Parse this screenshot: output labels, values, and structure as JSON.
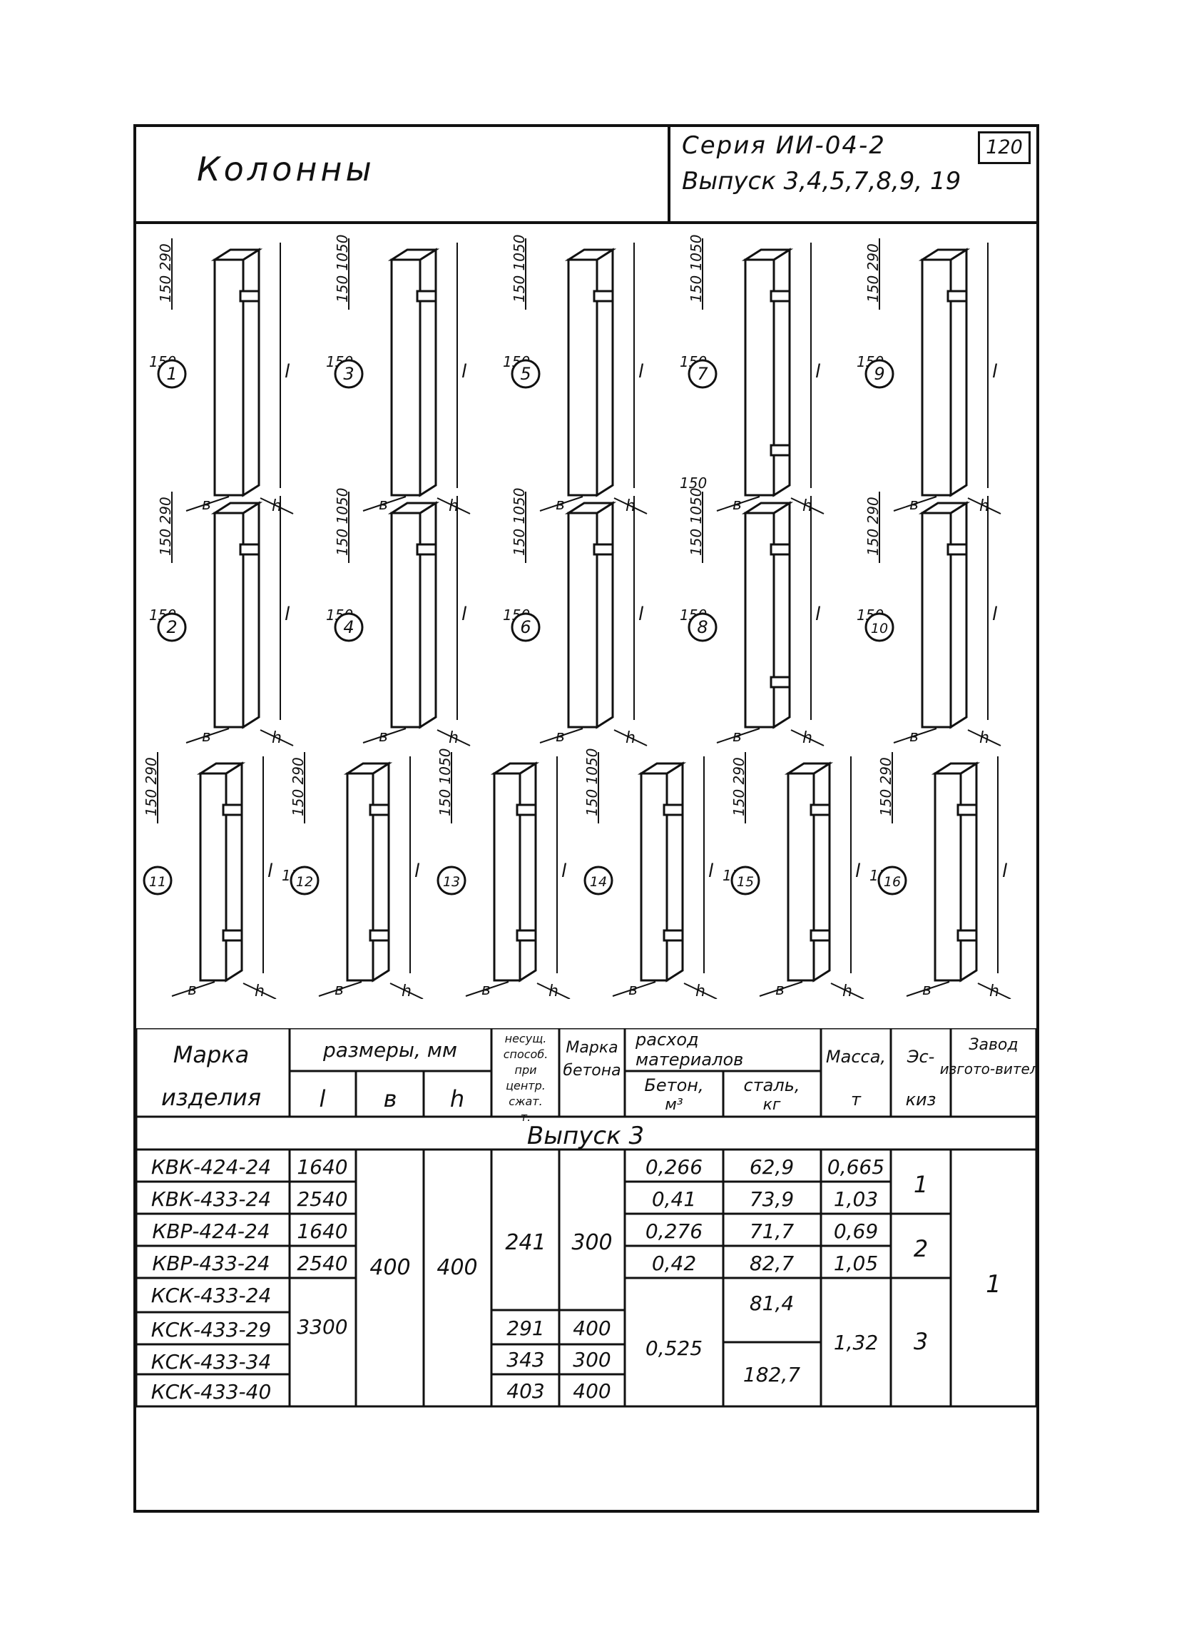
{
  "header": {
    "title": "Колонны",
    "series": "Серия ИИ-04-2",
    "issues": "Выпуск 3,4,5,7,8,9, 19",
    "sheet_number": "120"
  },
  "sketches": [
    {
      "num": "1",
      "dims": [
        "150",
        "290",
        "150"
      ]
    },
    {
      "num": "3",
      "dims": [
        "150",
        "1050",
        "150"
      ]
    },
    {
      "num": "5",
      "dims": [
        "150",
        "1050",
        "150"
      ]
    },
    {
      "num": "7",
      "dims": [
        "150",
        "1050",
        "150",
        "150"
      ]
    },
    {
      "num": "9",
      "dims": [
        "150",
        "290",
        "150"
      ]
    },
    {
      "num": "2",
      "dims": [
        "150",
        "290",
        "150"
      ]
    },
    {
      "num": "4",
      "dims": [
        "150",
        "1050",
        "150"
      ]
    },
    {
      "num": "6",
      "dims": [
        "150",
        "1050",
        "150"
      ]
    },
    {
      "num": "8",
      "dims": [
        "150",
        "1050",
        "150"
      ]
    },
    {
      "num": "10",
      "dims": [
        "150",
        "290",
        "150"
      ]
    },
    {
      "num": "11",
      "dims": [
        "150",
        "290"
      ]
    },
    {
      "num": "12",
      "dims": [
        "150",
        "290",
        "150"
      ]
    },
    {
      "num": "13",
      "dims": [
        "150",
        "1050"
      ]
    },
    {
      "num": "14",
      "dims": [
        "150",
        "1050"
      ]
    },
    {
      "num": "15",
      "dims": [
        "150",
        "290",
        "150"
      ]
    },
    {
      "num": "16",
      "dims": [
        "150",
        "290",
        "150"
      ]
    }
  ],
  "sketch_labels": {
    "l": "l",
    "b": "в",
    "h": "h"
  },
  "table": {
    "headers": {
      "mark": "Марка изделия",
      "sizes": "размеры, мм",
      "l": "l",
      "b": "в",
      "h": "h",
      "capacity": "несущ. способ. при центр. сжат. т.",
      "concrete_grade": "Марка бетона",
      "materials": "расход материалов",
      "concrete": "Бетон, м³",
      "steel": "сталь, кг",
      "mass": "Масса, т",
      "sketch": "Эс-киз",
      "plant": "Завод изгото-витель"
    },
    "section": "Выпуск 3",
    "rows": [
      {
        "mark": "КВК-424-24",
        "l": "1640",
        "concrete": "0,266",
        "steel": "62,9",
        "mass": "0,665"
      },
      {
        "mark": "КВК-433-24",
        "l": "2540",
        "concrete": "0,41",
        "steel": "73,9",
        "mass": "1,03"
      },
      {
        "mark": "КВР-424-24",
        "l": "1640",
        "concrete": "0,276",
        "steel": "71,7",
        "mass": "0,69"
      },
      {
        "mark": "КВР-433-24",
        "l": "2540",
        "concrete": "0,42",
        "steel": "82,7",
        "mass": "1,05"
      },
      {
        "mark": "КСК-433-24"
      },
      {
        "mark": "КСК-433-29"
      },
      {
        "mark": "КСК-433-34"
      },
      {
        "mark": "КСК-433-40"
      }
    ],
    "merged": {
      "b": "400",
      "h": "400",
      "capacity_a": "241",
      "grade_a": "300",
      "capacity_b": [
        "291",
        "343",
        "403"
      ],
      "grade_b": [
        "400",
        "300",
        "400"
      ],
      "l_ksk": "3300",
      "concrete_ksk": "0,525",
      "steel_ksk_a": "81,4",
      "steel_ksk_b": "182,7",
      "mass_ksk": "1,32",
      "sketch_a": "1",
      "sketch_b": "2",
      "sketch_c": "3",
      "plant": "1"
    }
  }
}
